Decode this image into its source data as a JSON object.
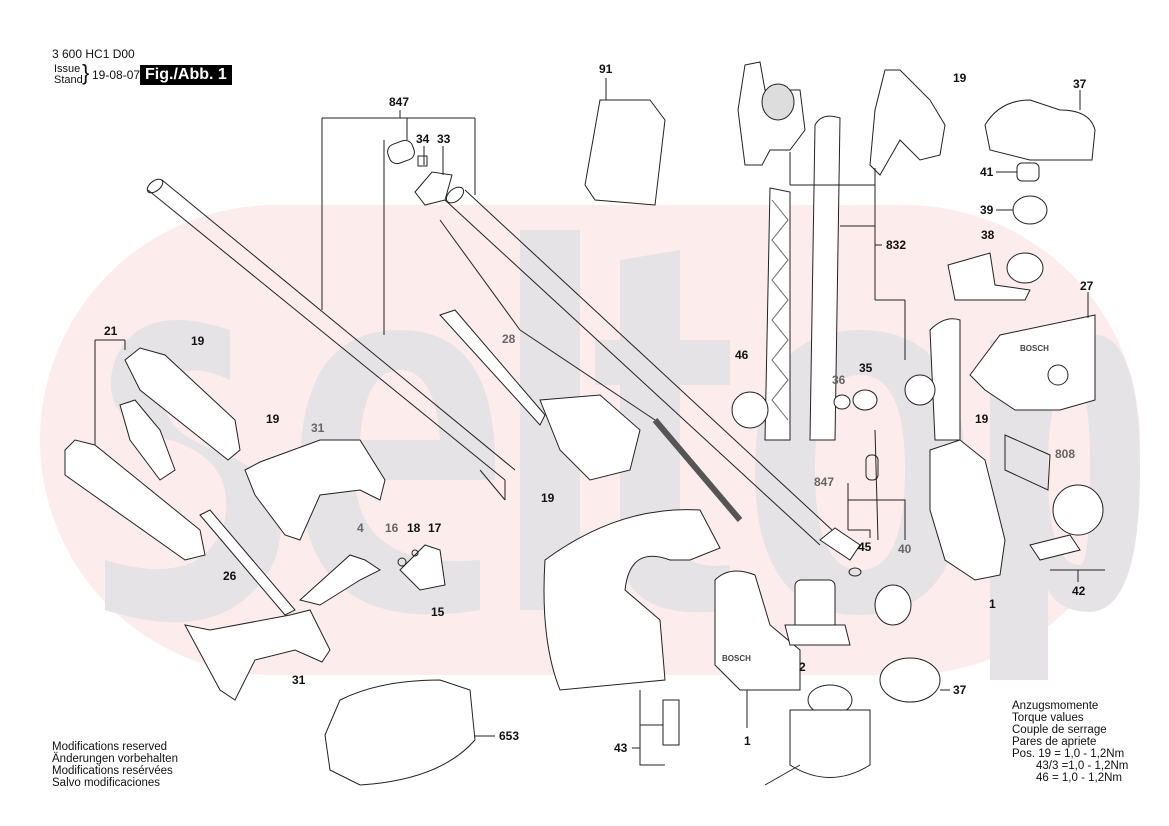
{
  "header": {
    "doc_code": "3 600 HC1 D00",
    "issue_label": "Issue",
    "stand_label": "Stand",
    "date": "19-08-07",
    "figure_badge": "Fig./Abb. 1"
  },
  "watermark": {
    "text": "seltop",
    "color": "#fdecec"
  },
  "parts": [
    {
      "id": "p91",
      "num": "91"
    },
    {
      "id": "p847a",
      "num": "847"
    },
    {
      "id": "p34",
      "num": "34"
    },
    {
      "id": "p33",
      "num": "33"
    },
    {
      "id": "p19a",
      "num": "19"
    },
    {
      "id": "p37a",
      "num": "37"
    },
    {
      "id": "p41",
      "num": "41"
    },
    {
      "id": "p39",
      "num": "39"
    },
    {
      "id": "p38",
      "num": "38"
    },
    {
      "id": "p832",
      "num": "832"
    },
    {
      "id": "p27",
      "num": "27"
    },
    {
      "id": "p21",
      "num": "21"
    },
    {
      "id": "p19b",
      "num": "19"
    },
    {
      "id": "p28",
      "num": "28"
    },
    {
      "id": "p46",
      "num": "46"
    },
    {
      "id": "p35",
      "num": "35"
    },
    {
      "id": "p36",
      "num": "36"
    },
    {
      "id": "p19c",
      "num": "19"
    },
    {
      "id": "p31a",
      "num": "31"
    },
    {
      "id": "p19d",
      "num": "19"
    },
    {
      "id": "p19e",
      "num": "19"
    },
    {
      "id": "p808",
      "num": "808"
    },
    {
      "id": "p847b",
      "num": "847"
    },
    {
      "id": "p45",
      "num": "45"
    },
    {
      "id": "p40",
      "num": "40"
    },
    {
      "id": "p1a",
      "num": "1"
    },
    {
      "id": "p42",
      "num": "42"
    },
    {
      "id": "p4",
      "num": "4"
    },
    {
      "id": "p16",
      "num": "16"
    },
    {
      "id": "p18",
      "num": "18"
    },
    {
      "id": "p17",
      "num": "17"
    },
    {
      "id": "p15",
      "num": "15"
    },
    {
      "id": "p26",
      "num": "26"
    },
    {
      "id": "p2",
      "num": "2"
    },
    {
      "id": "p31b",
      "num": "31"
    },
    {
      "id": "p37b",
      "num": "37"
    },
    {
      "id": "p653",
      "num": "653"
    },
    {
      "id": "p43",
      "num": "43"
    },
    {
      "id": "p1b",
      "num": "1"
    }
  ],
  "notes": {
    "line1": "Modifications reserved",
    "line2": "Änderungen vorbehalten",
    "line3": "Modifications resérvées",
    "line4": "Salvo modificaciones"
  },
  "torque": {
    "title_de": "Anzugsmomente",
    "title_en": "Torque values",
    "title_fr": "Couple de serrage",
    "title_es": "Pares de apriete",
    "row1": "Pos. 19  = 1,0 - 1,2Nm",
    "row2": "43/3  =1,0 - 1,2Nm",
    "row3": "46  = 1,0 - 1,2Nm"
  },
  "brand_marks": {
    "housing_logo": "BOSCH",
    "guard_logo": "BOSCH"
  }
}
